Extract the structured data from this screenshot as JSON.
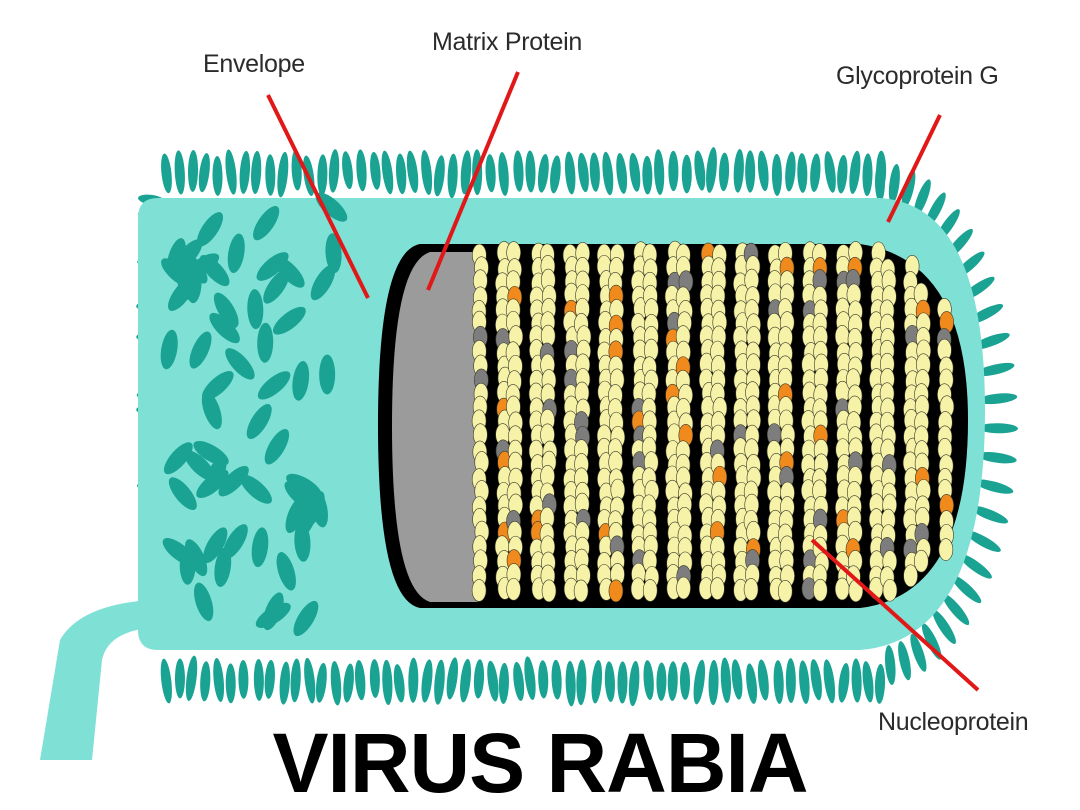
{
  "labels": {
    "envelope": "Envelope",
    "matrix_protein": "Matrix Protein",
    "glycoprotein": "Glycoprotein G",
    "nucleoprotein": "Nucleoprotein"
  },
  "title": "VIRUS RABIA",
  "colors": {
    "spikes": "#1aa393",
    "envelope": "#7fe1d6",
    "matrix": "#9b9b9b",
    "nucleoprotein": "#f6f2a8",
    "core": "#000000",
    "orange_dots": "#f08a1c",
    "gray_dots": "#7d7d7d",
    "pointer": "#e01818",
    "text": "#2b2b2b"
  }
}
